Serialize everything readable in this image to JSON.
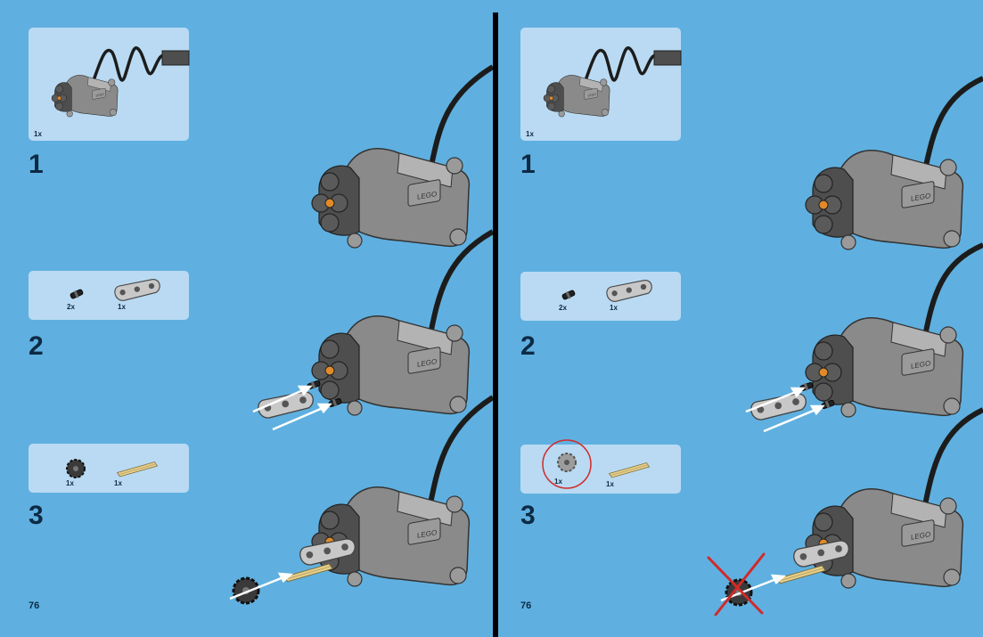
{
  "colors": {
    "background": "#5fb0e0",
    "parts_box": "#b9daf2",
    "motor_gray": "#8a8a8a",
    "motor_dark": "#4e4e4e",
    "motor_light": "#b3b3b3",
    "cable": "#1c1c1c",
    "axle_tan": "#e6cf8a",
    "gear_dark": "#3a3a3a",
    "gear_light": "#9c9c9c",
    "orange": "#e08a2a",
    "marker_red": "#d12a2a",
    "arrow_white": "#ffffff"
  },
  "left_page": {
    "page_number": "76",
    "steps": [
      {
        "number": "1",
        "parts": [
          {
            "qty": "1x",
            "part": "power-functions-motor"
          }
        ]
      },
      {
        "number": "2",
        "parts": [
          {
            "qty": "2x",
            "part": "pin-with-friction"
          },
          {
            "qty": "1x",
            "part": "beam-3"
          }
        ]
      },
      {
        "number": "3",
        "parts": [
          {
            "qty": "1x",
            "part": "gear-dark"
          },
          {
            "qty": "1x",
            "part": "axle-tan"
          }
        ]
      }
    ]
  },
  "right_page": {
    "page_number": "76",
    "steps": [
      {
        "number": "1",
        "parts": [
          {
            "qty": "1x",
            "part": "power-functions-motor"
          }
        ]
      },
      {
        "number": "2",
        "parts": [
          {
            "qty": "2x",
            "part": "pin-with-friction"
          },
          {
            "qty": "1x",
            "part": "beam-3"
          }
        ]
      },
      {
        "number": "3",
        "parts": [
          {
            "qty": "1x",
            "part": "gear-light",
            "circled": true
          },
          {
            "qty": "1x",
            "part": "axle-tan"
          }
        ]
      }
    ],
    "correction_marker": "red-cross"
  }
}
